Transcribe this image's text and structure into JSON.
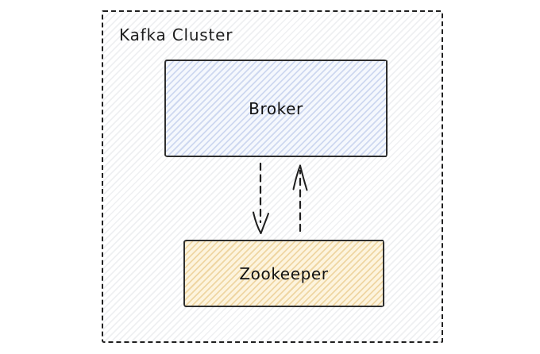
{
  "diagram": {
    "cluster": {
      "label": "Kafka Cluster",
      "border_style": "dashed",
      "border_color": "#1f1f1f",
      "hatch_color": "#e6e8ec",
      "background": "#ffffff"
    },
    "nodes": [
      {
        "id": "broker",
        "label": "Broker",
        "fill": "#f5f8fd",
        "hatch_color": "#ccd7ef",
        "border_color": "#2e2e2e"
      },
      {
        "id": "zookeeper",
        "label": "Zookeeper",
        "fill": "#fdf4de",
        "hatch_color": "#e6c887",
        "border_color": "#2e2e2e"
      }
    ],
    "edges": [
      {
        "from": "Broker",
        "to": "Zookeeper",
        "style": "dashed",
        "direction": "down",
        "arrowhead": "open-arrow",
        "color": "#1e1e1e"
      },
      {
        "from": "Zookeeper",
        "to": "Broker",
        "style": "dashed",
        "direction": "up",
        "arrowhead": "open-arrow",
        "color": "#1e1e1e"
      }
    ]
  }
}
